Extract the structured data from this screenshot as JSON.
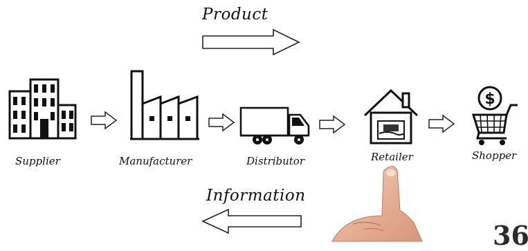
{
  "flow": {
    "product_label": "Product",
    "information_label": "Information"
  },
  "stages": [
    {
      "label": "Supplier",
      "icon": "office-building-icon"
    },
    {
      "label": "Manufacturer",
      "icon": "factory-icon"
    },
    {
      "label": "Distributor",
      "icon": "delivery-truck-icon"
    },
    {
      "label": "Retailer",
      "icon": "store-house-icon"
    },
    {
      "label": "Shopper",
      "icon": "shopping-cart-dollar-icon"
    }
  ],
  "page_number": "36"
}
